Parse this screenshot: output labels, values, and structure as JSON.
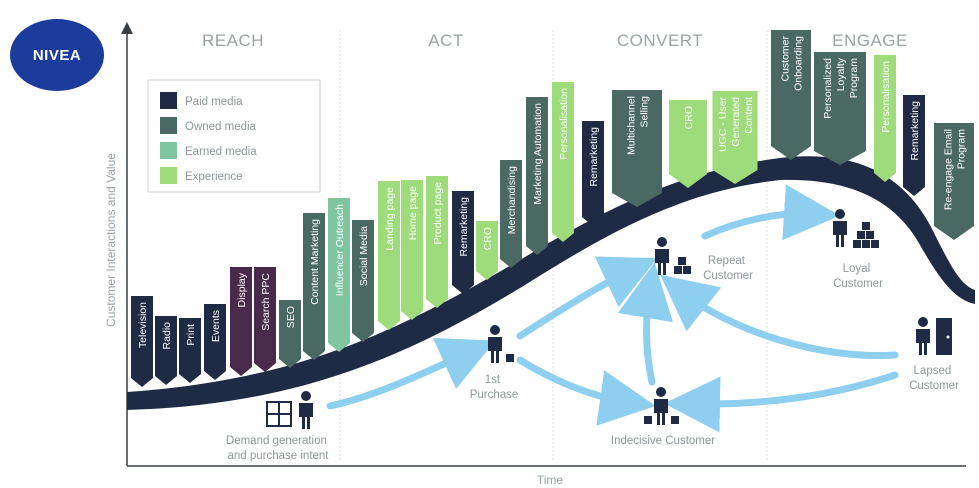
{
  "brand": {
    "logo_text": "NIVEA",
    "logo_color": "#1b3c9a"
  },
  "stages": [
    "REACH",
    "ACT",
    "CONVERT",
    "ENGAGE"
  ],
  "axes": {
    "y_label": "Customer Interactions and Value",
    "x_label": "Time"
  },
  "legend": [
    {
      "label": "Paid media",
      "color": "#1f2a44"
    },
    {
      "label": "Owned media",
      "color": "#4a6963"
    },
    {
      "label": "Earned media",
      "color": "#7fc5a0"
    },
    {
      "label": "Experience",
      "color": "#9edb7a"
    }
  ],
  "colors": {
    "curve": "#1f2a44",
    "arrow": "#8ecff0",
    "icon": "#1f2a44",
    "display": "#4a2a4a"
  },
  "touchpoints": [
    {
      "label": "Television",
      "type": "paid"
    },
    {
      "label": "Radio",
      "type": "paid"
    },
    {
      "label": "Print",
      "type": "paid"
    },
    {
      "label": "Events",
      "type": "paid"
    },
    {
      "label": "Display",
      "type": "display"
    },
    {
      "label": "Search PPC",
      "type": "display"
    },
    {
      "label": "SEO",
      "type": "owned"
    },
    {
      "label": "Content Marketing",
      "type": "owned"
    },
    {
      "label": "Influencer Outreach",
      "type": "earned"
    },
    {
      "label": "Social Media",
      "type": "owned"
    },
    {
      "label": "Landing page",
      "type": "experience"
    },
    {
      "label": "Home page",
      "type": "experience"
    },
    {
      "label": "Product page",
      "type": "experience"
    },
    {
      "label": "Remarketing",
      "type": "paid"
    },
    {
      "label": "CRO",
      "type": "experience"
    },
    {
      "label": "Merchandising",
      "type": "owned"
    },
    {
      "label": "Marketing Automation",
      "type": "owned"
    },
    {
      "label": "Personalisation",
      "type": "experience"
    },
    {
      "label": "Remarketing",
      "type": "paid"
    },
    {
      "label": [
        "Multichannel",
        "Selling"
      ],
      "type": "owned"
    },
    {
      "label": "CRO",
      "type": "experience"
    },
    {
      "label": [
        "UGC - User",
        "Generated",
        "Content"
      ],
      "type": "experience"
    },
    {
      "label": [
        "Customer",
        "Onboarding"
      ],
      "type": "owned"
    },
    {
      "label": [
        "Personalized",
        "Loyalty",
        "Program"
      ],
      "type": "owned"
    },
    {
      "label": "Personalisation",
      "type": "experience"
    },
    {
      "label": "Remarketing",
      "type": "paid"
    },
    {
      "label": [
        "Re-engage Email",
        "Program"
      ],
      "type": "owned"
    }
  ],
  "nodes": [
    {
      "id": "demand",
      "label": [
        "Demand generation",
        "and purchase intent"
      ]
    },
    {
      "id": "first",
      "label": [
        "1st",
        "Purchase"
      ]
    },
    {
      "id": "repeat",
      "label": [
        "Repeat",
        "Customer"
      ]
    },
    {
      "id": "loyal",
      "label": [
        "Loyal",
        "Customer"
      ]
    },
    {
      "id": "indecisive",
      "label": [
        "Indecisive Customer"
      ]
    },
    {
      "id": "lapsed",
      "label": [
        "Lapsed",
        "Customer"
      ]
    }
  ]
}
